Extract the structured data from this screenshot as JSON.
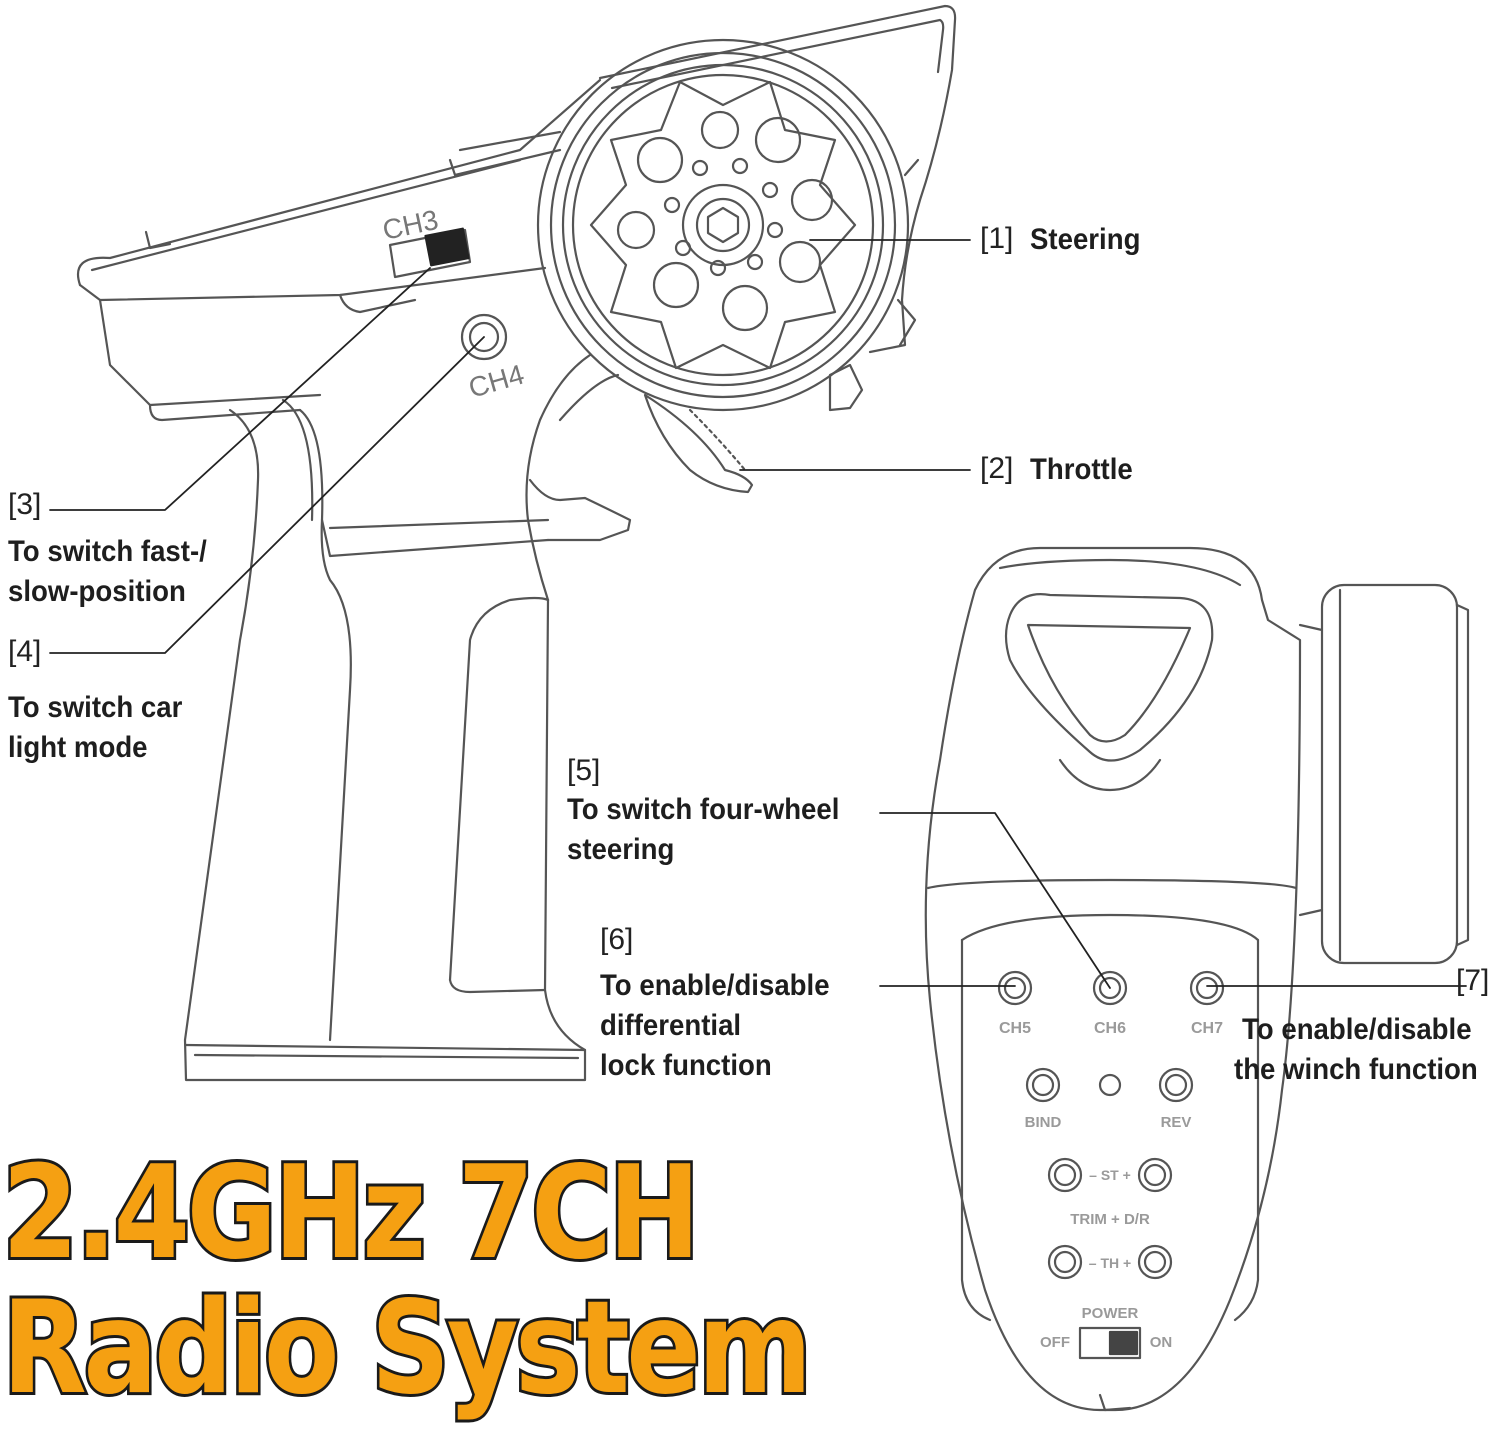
{
  "callouts": [
    {
      "id": "1",
      "number": "[1]",
      "text": [
        "Steering"
      ]
    },
    {
      "id": "2",
      "number": "[2]",
      "text": [
        "Throttle"
      ]
    },
    {
      "id": "3",
      "number": "[3]",
      "text": [
        "To switch fast-/",
        "slow-position"
      ]
    },
    {
      "id": "4",
      "number": "[4]",
      "text": [
        "To switch car",
        "light mode"
      ]
    },
    {
      "id": "5",
      "number": "[5]",
      "text": [
        "To switch four-wheel",
        "steering"
      ]
    },
    {
      "id": "6",
      "number": "[6]",
      "text": [
        "To enable/disable",
        "differential",
        "lock function"
      ]
    },
    {
      "id": "7",
      "number": "[7]",
      "text": [
        "To enable/disable",
        "the winch function"
      ]
    }
  ],
  "transmitter_labels": {
    "ch3": "CH3",
    "ch4": "CH4"
  },
  "panel": {
    "ch5": "CH5",
    "ch6": "CH6",
    "ch7": "CH7",
    "bind": "BIND",
    "rev": "REV",
    "st": "– ST +",
    "trim_dr": "TRIM + D/R",
    "th": "– TH +",
    "power": "POWER",
    "off": "OFF",
    "on": "ON"
  },
  "title": {
    "line1": "2.4GHz 7CH",
    "line2": "Radio System"
  },
  "colors": {
    "title_fill": "#f5a012",
    "title_outline": "#1a1a1a",
    "line_art": "#555555"
  }
}
